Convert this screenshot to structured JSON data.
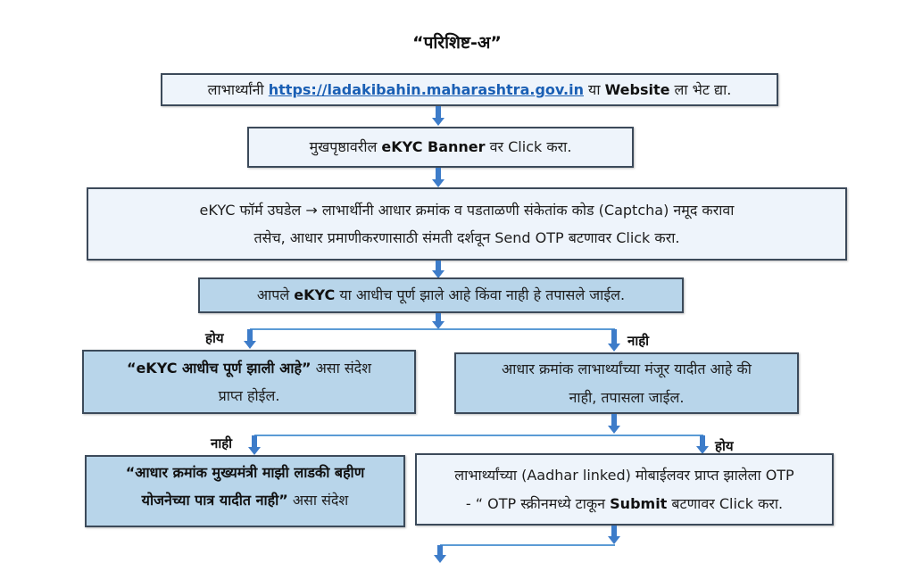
{
  "title": "“परिशिष्ट-अ”",
  "steps": {
    "visit_website": {
      "prefix": "लाभार्थ्यांनी ",
      "url": "https://ladakibahin.maharashtra.gov.in",
      "middle": " या ",
      "bold": "Website",
      "suffix": " ला भेट द्या."
    },
    "click_banner": {
      "prefix": "मुखपृष्ठावरील ",
      "bold": "eKYC Banner",
      "suffix": " वर Click करा."
    },
    "ekyc_form": {
      "line1": "eKYC फॉर्म उघडेल → लाभार्थीनी आधार क्रमांक व  पडताळणी संकेतांक कोड (Captcha) नमूद करावा",
      "line2": "तसेच, आधार प्रमाणीकरणासाठी संमती दर्शवून Send OTP बटणावर Click करा."
    },
    "check_ekyc": {
      "prefix": "आपले ",
      "bold": "eKYC",
      "suffix": " या आधीच पूर्ण झाले आहे किंवा नाही हे तपासले जाईल."
    },
    "already_done": {
      "bold": "“eKYC आधीच पूर्ण झाली आहे”",
      "suffix": " असा संदेश",
      "line2": "प्राप्त होईल."
    },
    "check_list": {
      "line1": "आधार क्रमांक लाभार्थ्यांच्या मंजूर यादीत आहे की",
      "line2": "नाही, तपासला जाईल."
    },
    "not_eligible": {
      "bold_line1": "“आधार क्रमांक मुख्यमंत्री माझी लाडकी बहीण",
      "bold_line2": "योजनेच्या पात्र यादीत नाही”",
      "suffix": " असा संदेश"
    },
    "enter_otp": {
      "line1": "लाभार्थ्यांच्या (Aadhar linked) मोबाईलवर प्राप्त झालेला OTP",
      "line2_prefix": "- “ OTP स्क्रीनमध्ये टाकून ",
      "line2_bold": "Submit",
      "line2_suffix": " बटणावर Click करा."
    }
  },
  "branch_labels": {
    "first_yes": "होय",
    "first_no": "नाही",
    "second_no": "नाही",
    "second_yes": "होय"
  },
  "colors": {
    "pale_box": "#eef4fb",
    "mid_box": "#b8d5ea",
    "arrow": "#3d7cc9",
    "connector": "#5b9bd5",
    "link": "#1a5fb4"
  }
}
